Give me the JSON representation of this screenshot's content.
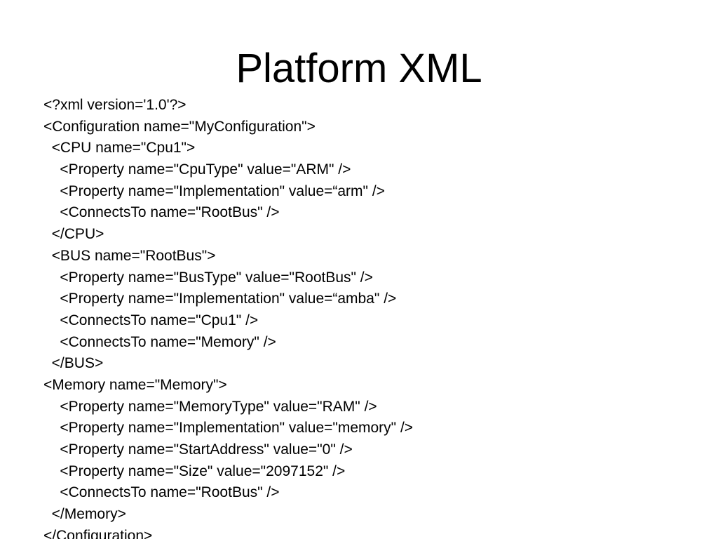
{
  "slide": {
    "title": "Platform XML",
    "lines": [
      "<?xml version='1.0'?>",
      "<Configuration name=\"MyConfiguration\">",
      "  <CPU name=\"Cpu1\">",
      "    <Property name=\"CpuType\" value=\"ARM\" />",
      "    <Property name=\"Implementation\" value=“arm\" />",
      "    <ConnectsTo name=\"RootBus\" />",
      "  </CPU>",
      "  <BUS name=\"RootBus\">",
      "    <Property name=\"BusType\" value=\"RootBus\" />",
      "    <Property name=\"Implementation\" value=“amba\" />",
      "    <ConnectsTo name=\"Cpu1\" />",
      "    <ConnectsTo name=\"Memory\" />",
      "  </BUS>",
      "<Memory name=\"Memory\">",
      "    <Property name=\"MemoryType\" value=\"RAM\" />",
      "    <Property name=\"Implementation\" value=\"memory\" />",
      "    <Property name=\"StartAddress\" value=\"0\" />",
      "    <Property name=\"Size\" value=\"2097152\" />",
      "    <ConnectsTo name=\"RootBus\" />",
      "  </Memory>",
      "</Configuration>"
    ]
  }
}
